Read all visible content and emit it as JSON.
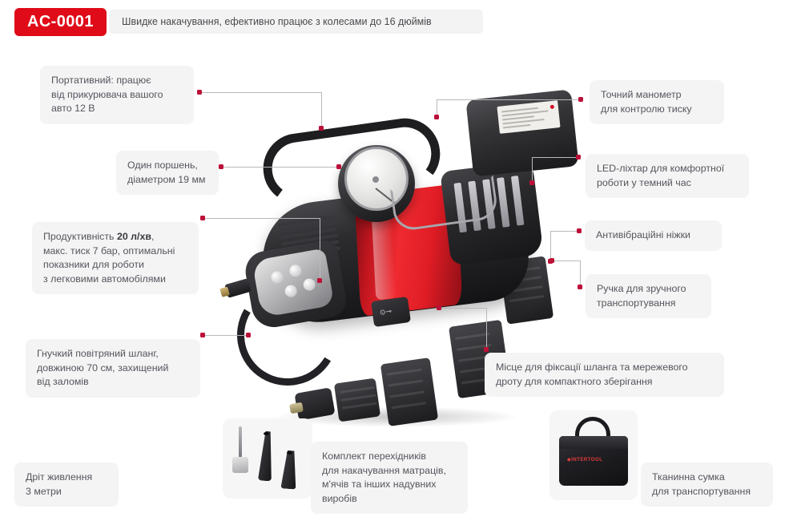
{
  "header": {
    "sku": "AC-0001",
    "tagline": "Швидке накачування, ефективно працює з колесами до 16 дюймів"
  },
  "colors": {
    "badge_red": "#e00b18",
    "dot_red": "#bd1038",
    "leader_gray": "#b9b9bd",
    "callout_bg": "#f4f4f5",
    "callout_text": "#55555c",
    "product_red": "#ef2a30"
  },
  "callouts": [
    {
      "id": "portable",
      "text": "Портативний: працює\nвід прикурювача вашого\nавто 12 В"
    },
    {
      "id": "piston",
      "text": "Один поршень,\nдіаметром 19 мм"
    },
    {
      "id": "performance",
      "text_before": "Продуктивність ",
      "text_bold": "20 л/хв",
      "text_after": ",\nмакс. тиск 7 бар, оптимальні\nпоказники для роботи\nз легковими автомобілями"
    },
    {
      "id": "hose",
      "text": "Гнучкий повітряний шланг,\nдовжиною 70 см, захищений\nвід заломів"
    },
    {
      "id": "manometer",
      "text": "Точний манометр\nдля контролю тиску"
    },
    {
      "id": "led",
      "text": "LED-ліхтар для комфортної\nроботи у темний час"
    },
    {
      "id": "feet",
      "text": "Антивібраційні ніжки"
    },
    {
      "id": "handle",
      "text": "Ручка для зручного\nтранспортування"
    },
    {
      "id": "storage",
      "text": "Місце для фіксації шланга та мережевого\nдроту для компактного зберігання"
    },
    {
      "id": "power-cord",
      "text": "Дріт живлення\n3 метри"
    },
    {
      "id": "adapters",
      "text": "Комплект перехідників\nдля накачування матраців,\nм'ячів та інших надувних\nвиробів"
    },
    {
      "id": "bag",
      "text": "Тканинна сумка\nдля транспортування"
    }
  ],
  "product": {
    "name": "car-air-compressor",
    "switch_symbol": "⊙⊸",
    "bag_brand_prefix": "◆",
    "bag_brand": "INTERTOOL"
  }
}
